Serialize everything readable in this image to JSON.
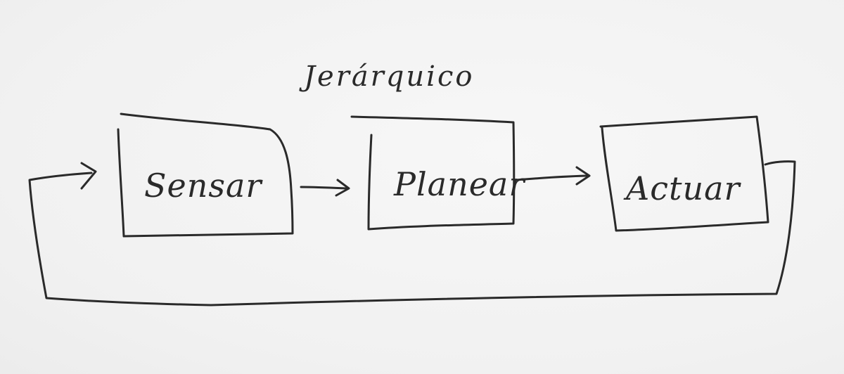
{
  "diagram": {
    "title": "Jerárquico",
    "nodes": [
      {
        "id": "sensar",
        "label": "Sensar"
      },
      {
        "id": "planear",
        "label": "Planear"
      },
      {
        "id": "actuar",
        "label": "Actuar"
      }
    ],
    "edges": [
      {
        "from": "sensar",
        "to": "planear"
      },
      {
        "from": "planear",
        "to": "actuar"
      },
      {
        "from": "actuar",
        "to": "sensar",
        "kind": "feedback-loop"
      }
    ],
    "style": {
      "ink_color": "#2a2a2a",
      "paper_color": "#f3f3f3"
    }
  }
}
